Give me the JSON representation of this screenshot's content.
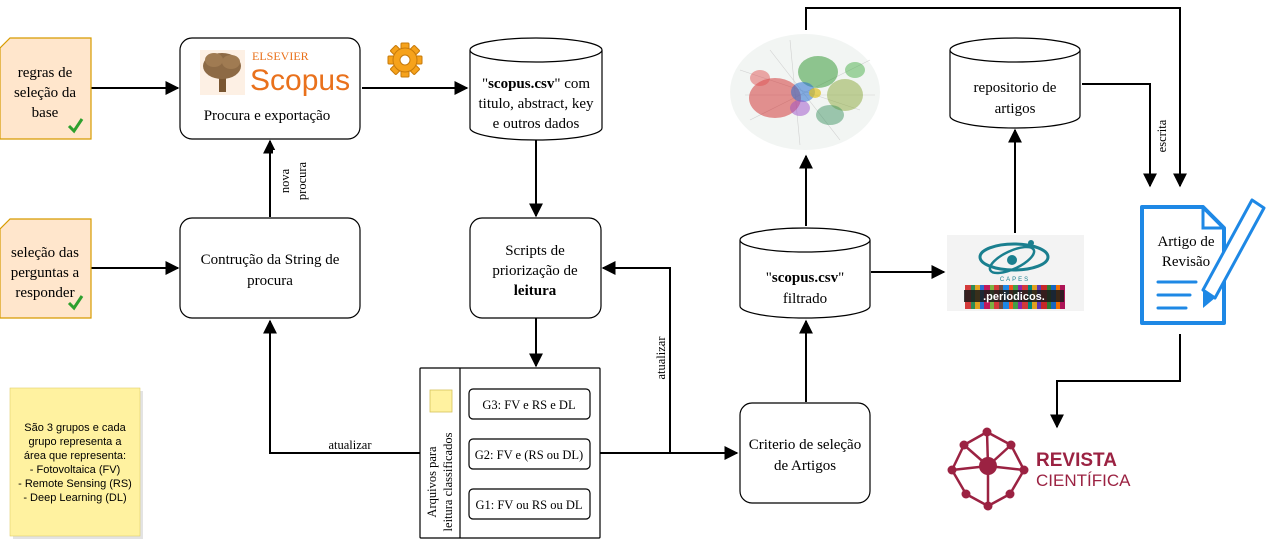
{
  "inputs": {
    "rules_lines": [
      "regras de",
      "seleção da",
      "base"
    ],
    "questions_lines": [
      "seleção das",
      "perguntas a",
      "responder"
    ]
  },
  "scopus": {
    "elsevier": "ELSEVIER",
    "brand": "Scopus",
    "label": "Procura e exportação"
  },
  "string_box": {
    "lines": [
      "Contrução da String de",
      "procura"
    ]
  },
  "csv_db": {
    "line1_bold": "scopus.csv",
    "line1_rest": " com",
    "line2": "titulo, abstract, key",
    "line3": "e outros dados"
  },
  "scripts_box": {
    "line1": "Scripts de",
    "line2": "priorização de",
    "line3_bold": "leitura"
  },
  "files_panel": {
    "title_lines": [
      "Arquivos para",
      "leitura classificados"
    ],
    "groups": [
      "G3: FV e RS e DL",
      "G2: FV e (RS ou DL)",
      "G1: FV ou RS ou DL"
    ]
  },
  "criteria_box": {
    "lines": [
      "Criterio de seleção",
      "de Artigos"
    ]
  },
  "filtered_db": {
    "line1_bold": "scopus.csv",
    "line2": "filtrado"
  },
  "repo_db": {
    "lines": [
      "repositorio de",
      "artigos"
    ]
  },
  "review_doc": {
    "lines": [
      "Artigo de",
      "Revisão"
    ]
  },
  "periodicos": {
    "small": "CAPES",
    "label": ".periodicos."
  },
  "revista": {
    "line1": "REVISTA",
    "line2": "CIENTÍFICA"
  },
  "edge_labels": {
    "new_search": [
      "nova",
      "procura"
    ],
    "update_left": "atualizar",
    "update_right": "atualizar",
    "write": "escrita"
  },
  "note": {
    "lines": [
      "São 3 grupos  e cada",
      "grupo representa a",
      "área que representa:",
      "- Fotovoltaica (FV)",
      "- Remote Sensing (RS)",
      "- Deep Learning (DL)"
    ]
  },
  "colors": {
    "input_fill": "#ffe6cc",
    "input_stroke": "#d79b00",
    "note_fill": "#fff2a0",
    "check": "#2ea02e",
    "scopus_orange": "#e9711c",
    "doc_blue": "#1e88e5",
    "revista": "#9b2242",
    "gear": "#f6a21b"
  },
  "icons": [
    "check-icon",
    "gear-icon",
    "network-graph-image",
    "document-pencil-icon",
    "molecule-logo"
  ]
}
